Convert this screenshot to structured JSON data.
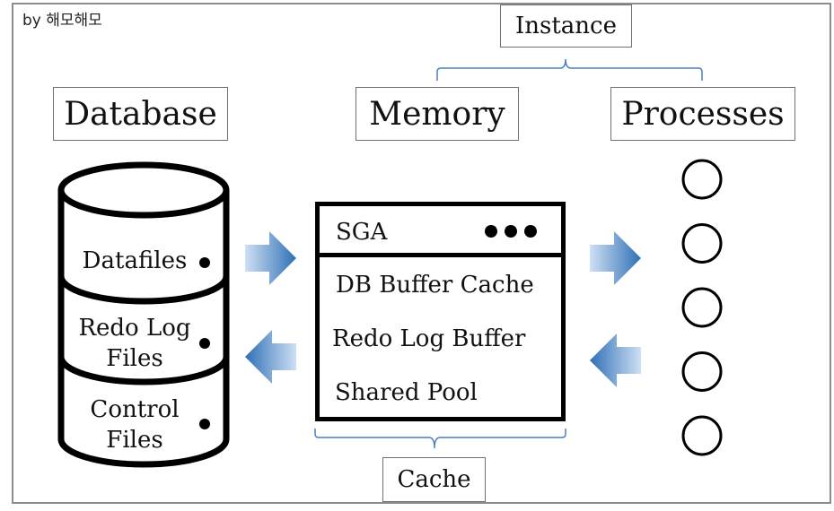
{
  "credit": "by 해모해모",
  "labels": {
    "instance": "Instance",
    "database": "Database",
    "memory": "Memory",
    "processes": "Processes",
    "cache": "Cache"
  },
  "database": {
    "segments": [
      "Datafiles",
      "Redo Log\nFiles",
      "Control\nFiles"
    ]
  },
  "sga": {
    "title": "SGA",
    "items": [
      "DB Buffer Cache",
      "Redo Log Buffer",
      "Shared Pool"
    ]
  },
  "processes": {
    "count": 5
  },
  "colors": {
    "arrow_dark": "#2f6fb6",
    "arrow_light": "#cfe0f4",
    "bracket": "#4a7fc0",
    "box_border": "#707070"
  }
}
